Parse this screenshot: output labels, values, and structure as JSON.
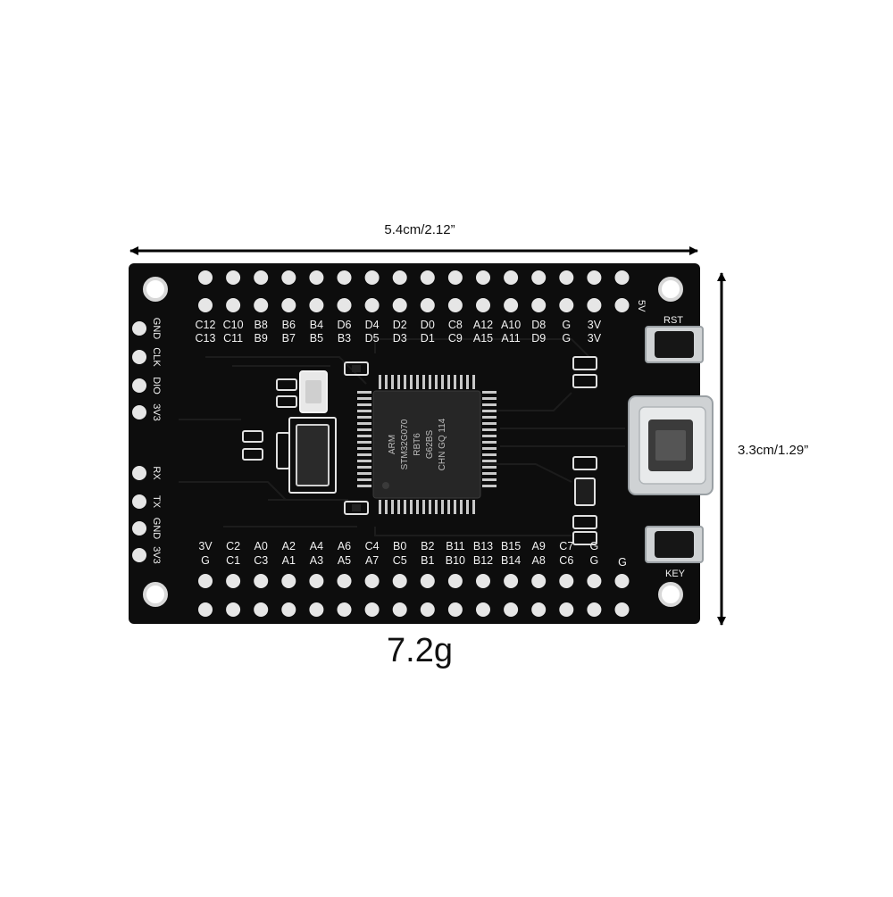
{
  "dimensions": {
    "width_label": "5.4cm/2.12”",
    "height_label": "3.3cm/1.29”",
    "weight_label": "7.2g"
  },
  "board": {
    "top_pins_upper": [
      "C12",
      "C10",
      "B8",
      "B6",
      "B4",
      "D6",
      "D4",
      "D2",
      "D0",
      "C8",
      "A12",
      "A10",
      "D8",
      "G",
      "3V"
    ],
    "top_pins_lower": [
      "C13",
      "C11",
      "B9",
      "B7",
      "B5",
      "B3",
      "D5",
      "D3",
      "D1",
      "C9",
      "A15",
      "A11",
      "D9",
      "G",
      "3V"
    ],
    "bottom_pins_upper": [
      "3V",
      "C2",
      "A0",
      "A2",
      "A4",
      "A6",
      "C4",
      "B0",
      "B2",
      "B11",
      "B13",
      "B15",
      "A9",
      "C7",
      "G"
    ],
    "bottom_pins_lower": [
      "G",
      "C1",
      "C3",
      "A1",
      "A3",
      "A5",
      "A7",
      "C5",
      "B1",
      "B10",
      "B12",
      "B14",
      "A8",
      "C6",
      "G"
    ],
    "bottom_right_pin": "G",
    "top_right_pin": "5V",
    "left_header_top": [
      "GND",
      "CLK",
      "DIO",
      "3V3"
    ],
    "left_header_bottom": [
      "RX",
      "TX",
      "GND",
      "3V3"
    ],
    "rst_label": "RST",
    "key_label": "KEY",
    "chip_markings": [
      "ARM",
      "STM32G070",
      "RBT6",
      "G62BS",
      "CHN GQ 114"
    ]
  },
  "colors": {
    "pcb": "#0d0d0d",
    "silkscreen": "#f2f2f2",
    "pad": "#e6e6e6",
    "arrow": "#000000"
  }
}
